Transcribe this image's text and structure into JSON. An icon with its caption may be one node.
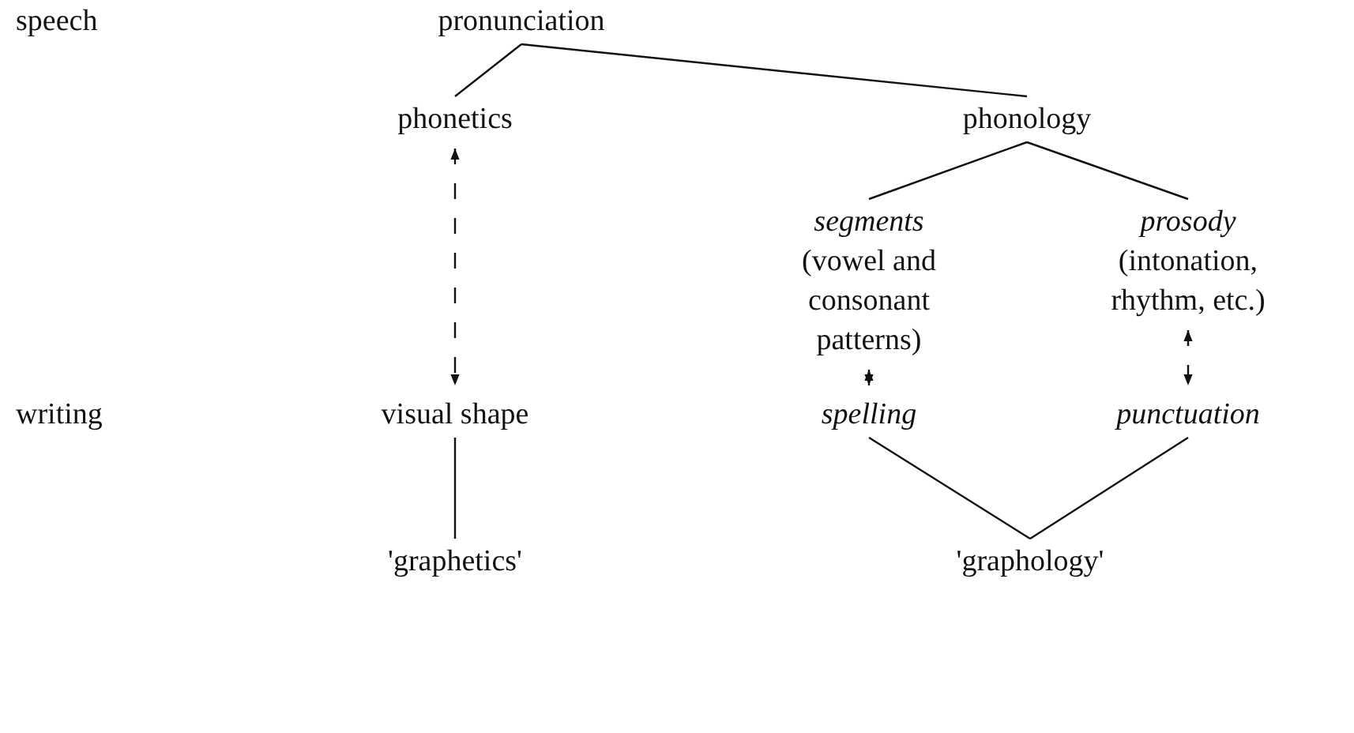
{
  "diagram": {
    "nodes": [
      {
        "text": [
          "pronunciation"
        ]
      },
      {
        "text": [
          "phonetics"
        ]
      },
      {
        "text": [
          "phonology"
        ]
      },
      {
        "text": [
          "segments",
          "(vowel and consonant patterns)"
        ]
      },
      {
        "text": [
          "prosody",
          "(intonation, rhythm, etc.)"
        ]
      },
      {
        "text": [
          "visual shape"
        ]
      },
      {
        "text": [
          "spelling"
        ]
      },
      {
        "text": [
          "punctuation"
        ]
      },
      {
        "text": [
          "'graphetics'"
        ]
      },
      {
        "text": [
          "'graphology'"
        ]
      }
    ],
    "edges": [
      {
        "from": 0,
        "to": 1,
        "arrow": "none"
      },
      {
        "from": 0,
        "to": 2,
        "arrow": "none"
      },
      {
        "from": 2,
        "to": 3,
        "arrow": "none"
      },
      {
        "from": 2,
        "to": 4,
        "arrow": "none"
      },
      {
        "from": 1,
        "to": 5,
        "arrow": "both",
        "style": "dashed"
      },
      {
        "from": 3,
        "to": 6,
        "arrow": "both",
        "style": "dashed"
      },
      {
        "from": 4,
        "to": 7,
        "arrow": "both",
        "style": "dashed"
      },
      {
        "from": 5,
        "to": 8,
        "arrow": "none"
      },
      {
        "from": 6,
        "to": 9,
        "arrow": "none"
      },
      {
        "from": 7,
        "to": 9,
        "arrow": "none"
      }
    ],
    "labels": [
      "speech",
      "writing"
    ]
  }
}
